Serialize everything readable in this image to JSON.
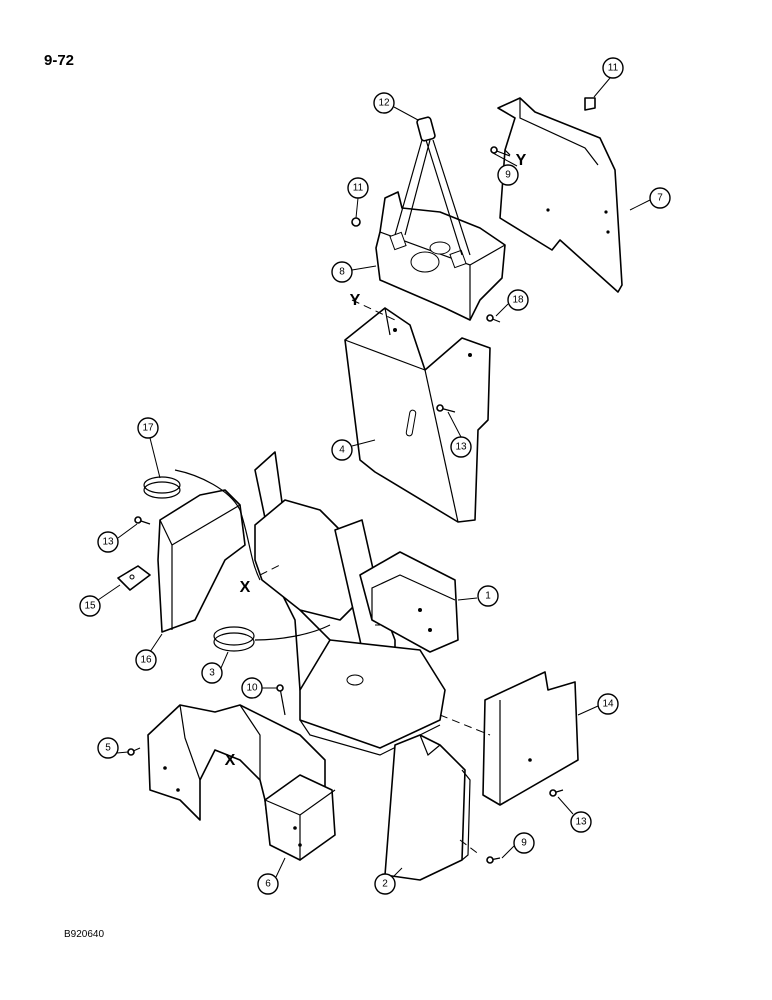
{
  "page_number": "9-72",
  "figure_code": "B920640",
  "callouts": [
    "1",
    "2",
    "3",
    "4",
    "5",
    "6",
    "7",
    "8",
    "9",
    "9",
    "10",
    "11",
    "11",
    "12",
    "13",
    "13",
    "13",
    "14",
    "15",
    "16",
    "17",
    "18"
  ],
  "reference_marks": [
    "X",
    "X",
    "Y",
    "Y"
  ]
}
